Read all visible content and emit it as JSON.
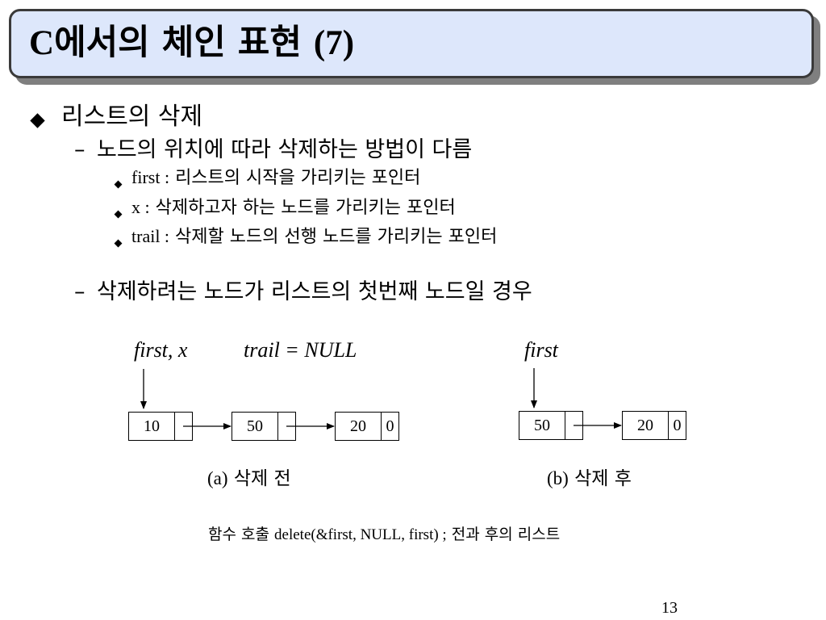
{
  "slide": {
    "title_prefix": "C",
    "title_korean": "에서의 체인 표현",
    "title_suffix": "(7)",
    "page_number": "13"
  },
  "outline": {
    "heading": "리스트의 삭제",
    "sub1": "노드의 위치에 따라 삭제하는 방법이 다름",
    "defs": [
      {
        "term": "first :",
        "desc": "리스트의 시작을 가리키는 포인터"
      },
      {
        "term": "x :",
        "desc": "삭제하고자 하는 노드를 가리키는 포인터"
      },
      {
        "term": "trail :",
        "desc": "삭제할 노드의 선행 노드를 가리키는 포인터"
      }
    ],
    "sub2": "삭제하려는 노드가 리스트의 첫번째 노드일 경우"
  },
  "diagram": {
    "before": {
      "pointer_label": "first, x",
      "trail_label": "trail = NULL",
      "nodes": [
        {
          "value": "10",
          "link": ""
        },
        {
          "value": "50",
          "link": ""
        },
        {
          "value": "20",
          "link": "0"
        }
      ],
      "caption_tag": "(a)",
      "caption_text": "삭제 전"
    },
    "after": {
      "pointer_label": "first",
      "nodes": [
        {
          "value": "50",
          "link": ""
        },
        {
          "value": "20",
          "link": "0"
        }
      ],
      "caption_tag": "(b)",
      "caption_text": "삭제 후"
    },
    "figure_caption": {
      "prefix": "함수 호출",
      "code": "delete(&first, NULL, first) ;",
      "suffix": "전과 후의 리스트"
    }
  }
}
